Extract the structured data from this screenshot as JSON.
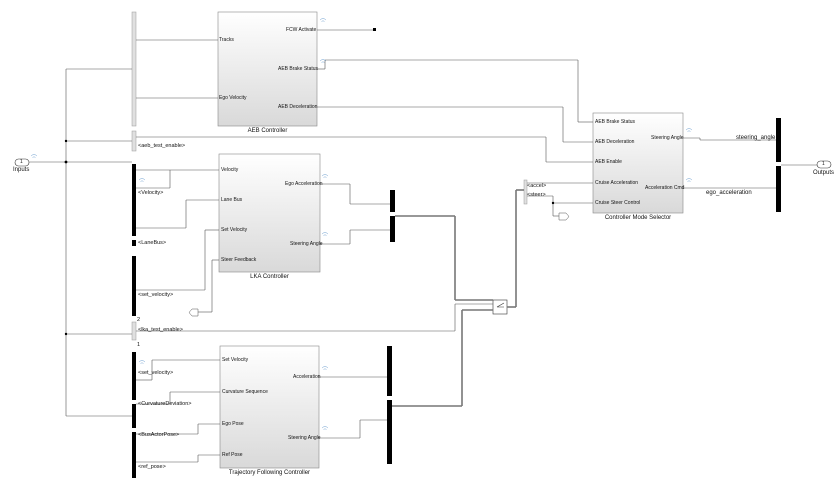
{
  "inport": {
    "number": "1",
    "label": "Inputs"
  },
  "outport": {
    "number": "1",
    "label": "Outputs"
  },
  "aeb": {
    "title": "AEB Controller",
    "inputs": [
      "Tracks",
      "Ego Velocity"
    ],
    "outputs": [
      "FCW Activate",
      "AEB Brake Status",
      "AEB Deceleration"
    ]
  },
  "lka": {
    "title": "LKA Controller",
    "inputs": [
      "Velocity",
      "Lane Bus",
      "Set Velocity",
      "Steer Feedback"
    ],
    "outputs": [
      "Ego Acceleration",
      "Steering Angle"
    ]
  },
  "tfc": {
    "title": "Trajectory Following Controller",
    "inputs": [
      "Set Velocity",
      "Curvature Sequence",
      "Ego Pose",
      "Ref Pose"
    ],
    "outputs": [
      "Acceleration",
      "Steering Angle"
    ]
  },
  "cms": {
    "title": "Controller Mode Selector",
    "inputs": [
      "AEB Brake Status",
      "AEB Deceleration",
      "AEB Enable",
      "Cruise Acceleration",
      "Cruise Steer Control"
    ],
    "outputs": [
      "Steering Angle",
      "Acceleration Cmd"
    ]
  },
  "signals": {
    "aeb_test_enable": "<aeb_test_enable>",
    "velocity": "<Velocity>",
    "lanebus": "<LaneBus>",
    "set_velocity_lka": "<set_velocity>",
    "lka_test_enable": "<lka_test_enable>",
    "set_velocity_tfc": "<set_velocity>",
    "curvature": "<CurvatureDeviation>",
    "busactor": "<BusActorPose>",
    "ref_pose": "<ref_pose>",
    "accel": "<accel>",
    "steer": "<steer>",
    "steering_angle": "steering_angle",
    "ego_acceleration": "ego_acceleration"
  },
  "switch_ports": {
    "top": "2",
    "bottom": "1"
  }
}
